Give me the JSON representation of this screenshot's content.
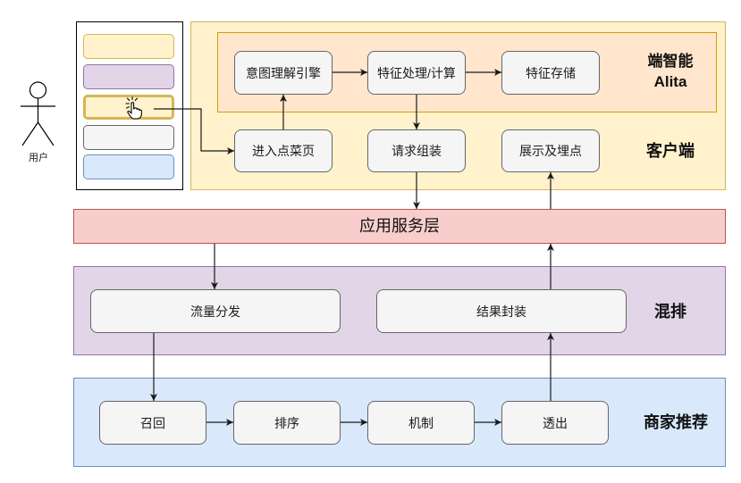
{
  "user": {
    "label": "用户",
    "icon": "user-stick-figure-icon"
  },
  "phone": {
    "pointer_icon": "hand-click-icon",
    "items": [
      {
        "fill": "#fff2cc",
        "border": "#d6b656",
        "selected": false
      },
      {
        "fill": "#e1d5e7",
        "border": "#9673a6",
        "selected": false
      },
      {
        "fill": "#fff2cc",
        "border": "#d6b656",
        "selected": true
      },
      {
        "fill": "#f5f5f5",
        "border": "#666666",
        "selected": false
      },
      {
        "fill": "#dae8fc",
        "border": "#6c8ebf",
        "selected": false
      }
    ]
  },
  "client": {
    "label": "客户端",
    "fill": "#fff2cc",
    "border": "#d6b656",
    "edge_ai": {
      "label": "端智能",
      "sublabel": "Alita",
      "fill": "#ffe6cc",
      "border": "#d79b00",
      "nodes": [
        "意图理解引擎",
        "特征处理/计算",
        "特征存储"
      ]
    },
    "nodes": [
      "进入点菜页",
      "请求组装",
      "展示及埋点"
    ]
  },
  "service_layer": {
    "label": "应用服务层",
    "fill": "#f8cecc",
    "border": "#b85450"
  },
  "blending": {
    "label": "混排",
    "fill": "#e1d5e7",
    "border": "#9673a6",
    "nodes": [
      "流量分发",
      "结果封装"
    ]
  },
  "merchant_recommendation": {
    "label": "商家推荐",
    "fill": "#dae8fc",
    "border": "#6c8ebf",
    "nodes": [
      "召回",
      "排序",
      "机制",
      "透出"
    ]
  },
  "node_style": {
    "fill": "#f5f5f5",
    "border": "#666666"
  },
  "arrow_color": "#1a1a1a"
}
